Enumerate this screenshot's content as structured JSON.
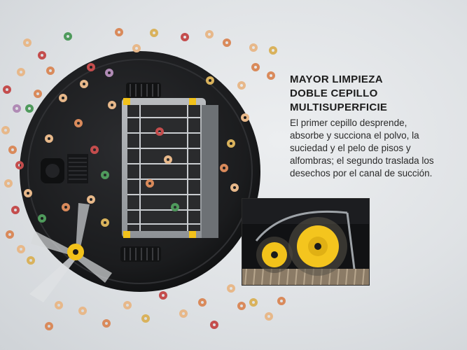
{
  "heading": {
    "line1": "MAYOR LIMPIEZA",
    "line2": "DOBLE CEPILLO",
    "line3": "MULTISUPERFICIE"
  },
  "description": {
    "lines": [
      "El primer cepillo desprende,",
      "absorbe y succiona el polvo, la",
      "suciedad y el pelo de pisos y",
      "alfombras; el segundo traslada los",
      "desechos por el canal de succión."
    ]
  },
  "colors": {
    "heading": "#1c1c1c",
    "body": "#2a2a2a",
    "robot_body": "#1d1e20",
    "brush_yellow": "#f2c21b",
    "cereal": [
      "#e7b88a",
      "#d98a5b",
      "#c44d4d",
      "#4f9a5c",
      "#d9b25c",
      "#b08bb5"
    ]
  },
  "images": {
    "robot": "robot-vacuum-underside-photo",
    "cereal": "cereal-rings-scattered",
    "inset": "dual-brush-closeup-photo"
  }
}
